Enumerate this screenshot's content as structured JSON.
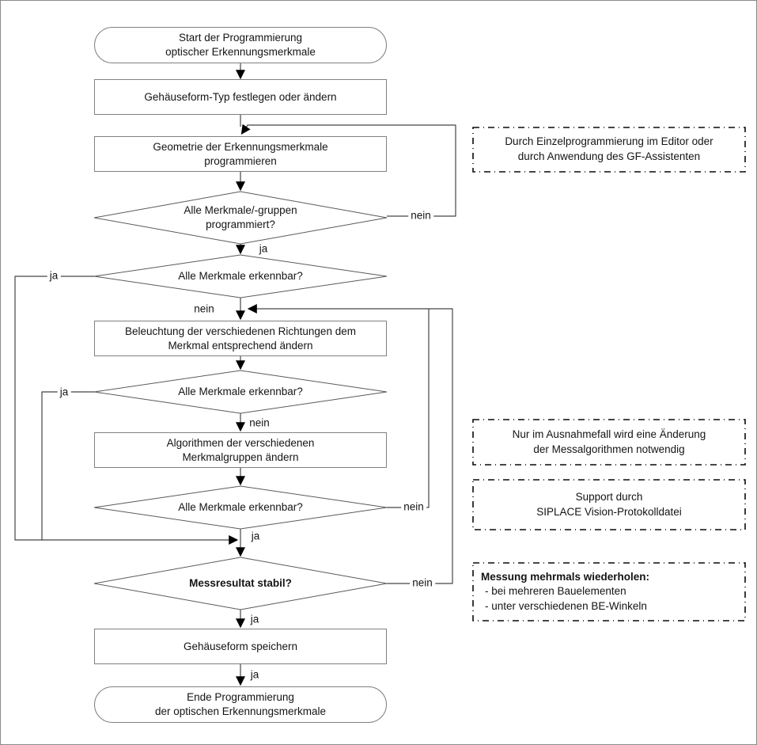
{
  "nodes": {
    "start": {
      "type": "terminator",
      "text": "Start der Programmierung\noptischer Erkennungsmerkmale"
    },
    "set_housing_type": {
      "type": "process",
      "text": "Gehäuseform-Typ festlegen oder ändern"
    },
    "program_geometry": {
      "type": "process",
      "text": "Geometrie der Erkennungsmerkmale\nprogrammieren"
    },
    "all_groups_programmed": {
      "type": "decision",
      "text": "Alle Merkmale/-gruppen\nprogrammiert?"
    },
    "all_features_recognizable_1": {
      "type": "decision",
      "text": "Alle Merkmale erkennbar?"
    },
    "adjust_lighting": {
      "type": "process",
      "text": "Beleuchtung der verschiedenen Richtungen dem\nMerkmal entsprechend ändern"
    },
    "all_features_recognizable_2": {
      "type": "decision",
      "text": "Alle Merkmale erkennbar?"
    },
    "change_algorithms": {
      "type": "process",
      "text": "Algorithmen der verschiedenen\nMerkmalgruppen ändern"
    },
    "all_features_recognizable_3": {
      "type": "decision",
      "text": "Alle Merkmale erkennbar?"
    },
    "measurement_stable": {
      "type": "decision",
      "text": "Messresultat stabil?"
    },
    "save_housing": {
      "type": "process",
      "text": "Gehäuseform speichern"
    },
    "end": {
      "type": "terminator",
      "text": "Ende Programmierung\nder optischen Erkennungsmerkmale"
    }
  },
  "edge_labels": {
    "d1_ja": "ja",
    "d1_nein": "nein",
    "d2_ja": "ja",
    "d2_nein": "nein",
    "d3_ja": "ja",
    "d3_nein": "nein",
    "d4_ja": "ja",
    "d4_nein": "nein",
    "d5_ja": "ja",
    "d5_nein": "nein",
    "p5_ja": "ja"
  },
  "annotations": [
    {
      "text": "Durch Einzelprogrammierung im Editor oder\ndurch Anwendung des GF-Assistenten"
    },
    {
      "text": "Nur im Ausnahmefall wird eine  Änderung\nder Messalgorithmen notwendig"
    },
    {
      "text": "Support durch\nSIPLACE Vision-Protokolldatei"
    },
    {
      "title": "Messung mehrmals wiederholen:",
      "items": [
        "- bei mehreren Bauelementen",
        "- unter verschiedenen BE-Winkeln"
      ]
    }
  ],
  "colors": {
    "background": "#ffffff",
    "line": "#454545",
    "box_border": "#818181",
    "diamond_border": "#5a5a5a",
    "arrowhead": "#000000",
    "annotation_border": "#0a0a0a",
    "text": "#141414"
  }
}
